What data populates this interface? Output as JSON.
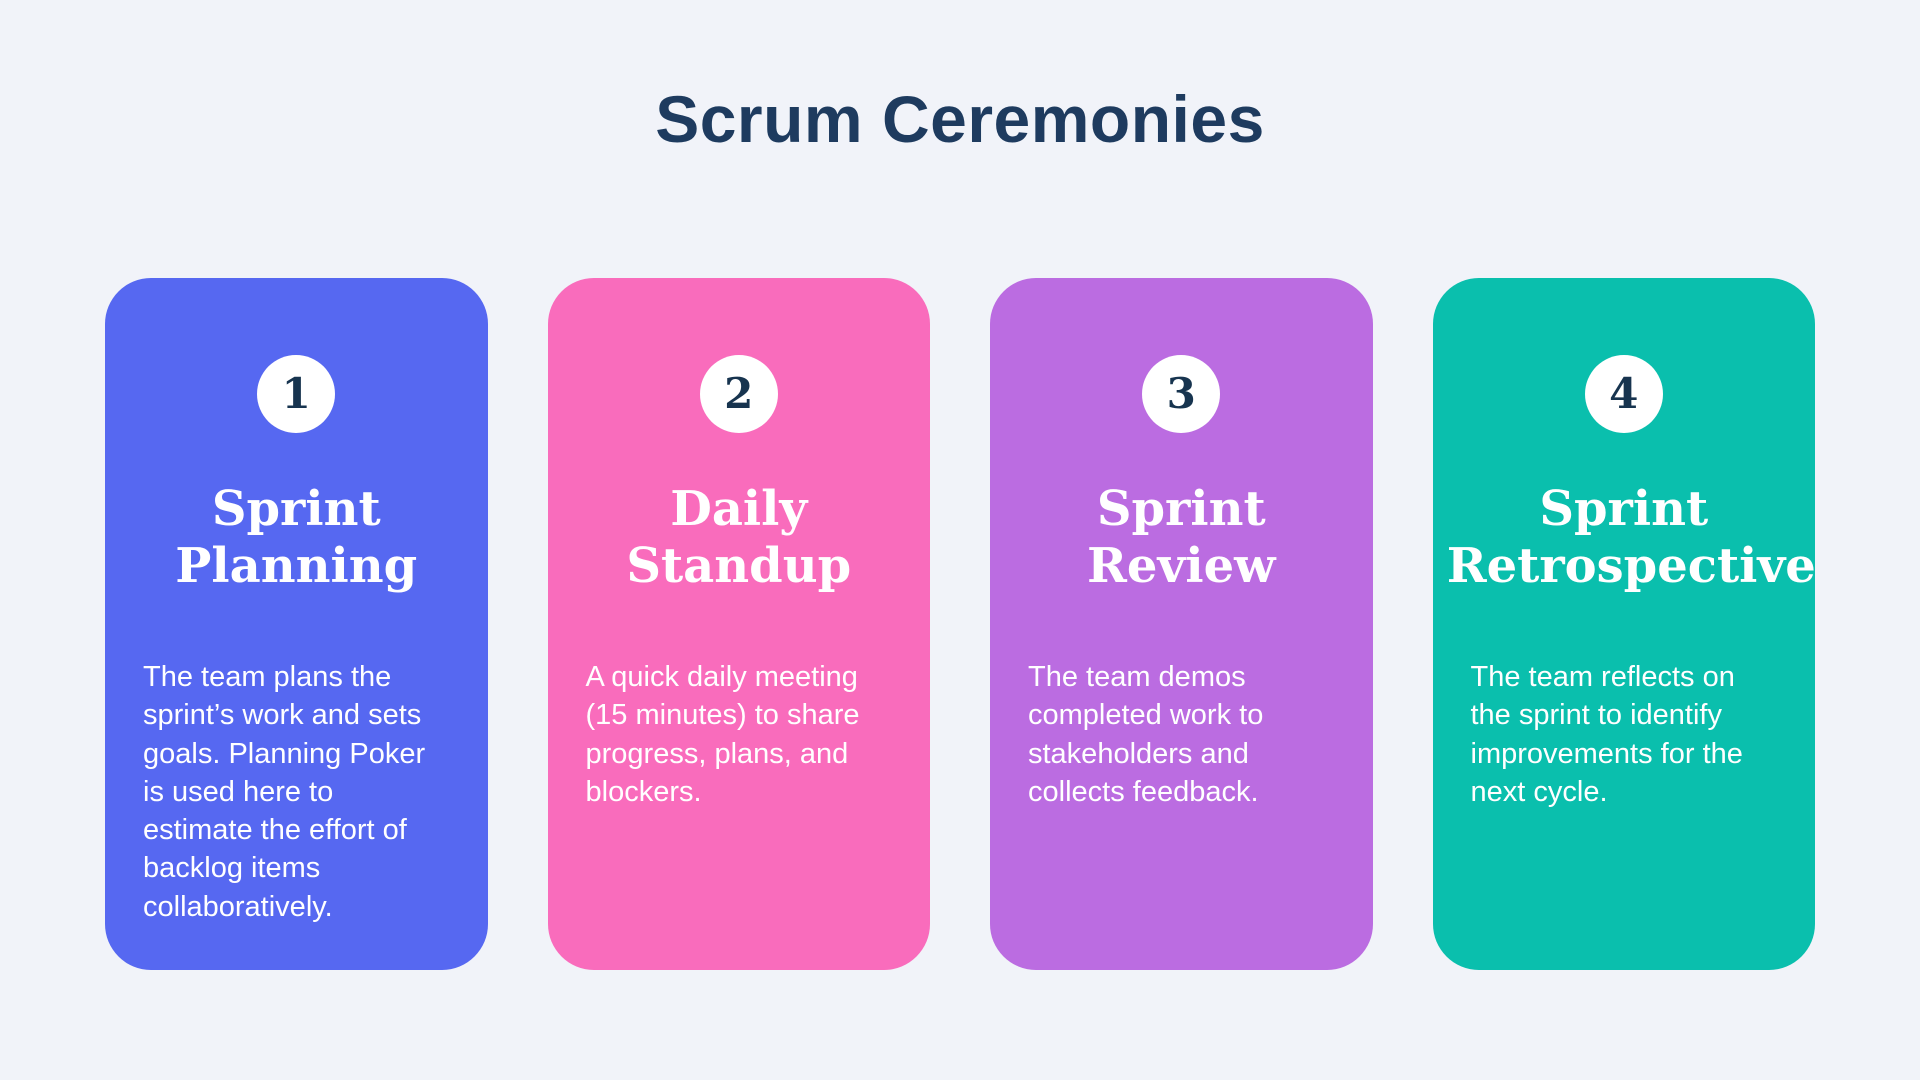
{
  "page": {
    "title": "Scrum Ceremonies",
    "background_color": "#f1f3f9",
    "title_color": "#1e3b5f"
  },
  "badge": {
    "background_color": "#ffffff",
    "number_color": "#17344f"
  },
  "cards": [
    {
      "number": "1",
      "title": "Sprint Planning",
      "description": "The team plans the sprint’s work and sets goals. Planning Poker is used here to estimate the effort of backlog items collaboratively.",
      "color": "#5668f1"
    },
    {
      "number": "2",
      "title": "Daily Standup",
      "description": "A quick daily meeting (15 minutes) to share progress, plans, and blockers.",
      "color": "#f96cbc"
    },
    {
      "number": "3",
      "title": "Sprint Review",
      "description": "The team demos completed work to stakeholders and collects feedback.",
      "color": "#bb6ce1"
    },
    {
      "number": "4",
      "title": "Sprint Retrospective",
      "description": "The team reflects on the sprint to identify improvements for the next cycle.",
      "color": "#0abfad"
    }
  ]
}
